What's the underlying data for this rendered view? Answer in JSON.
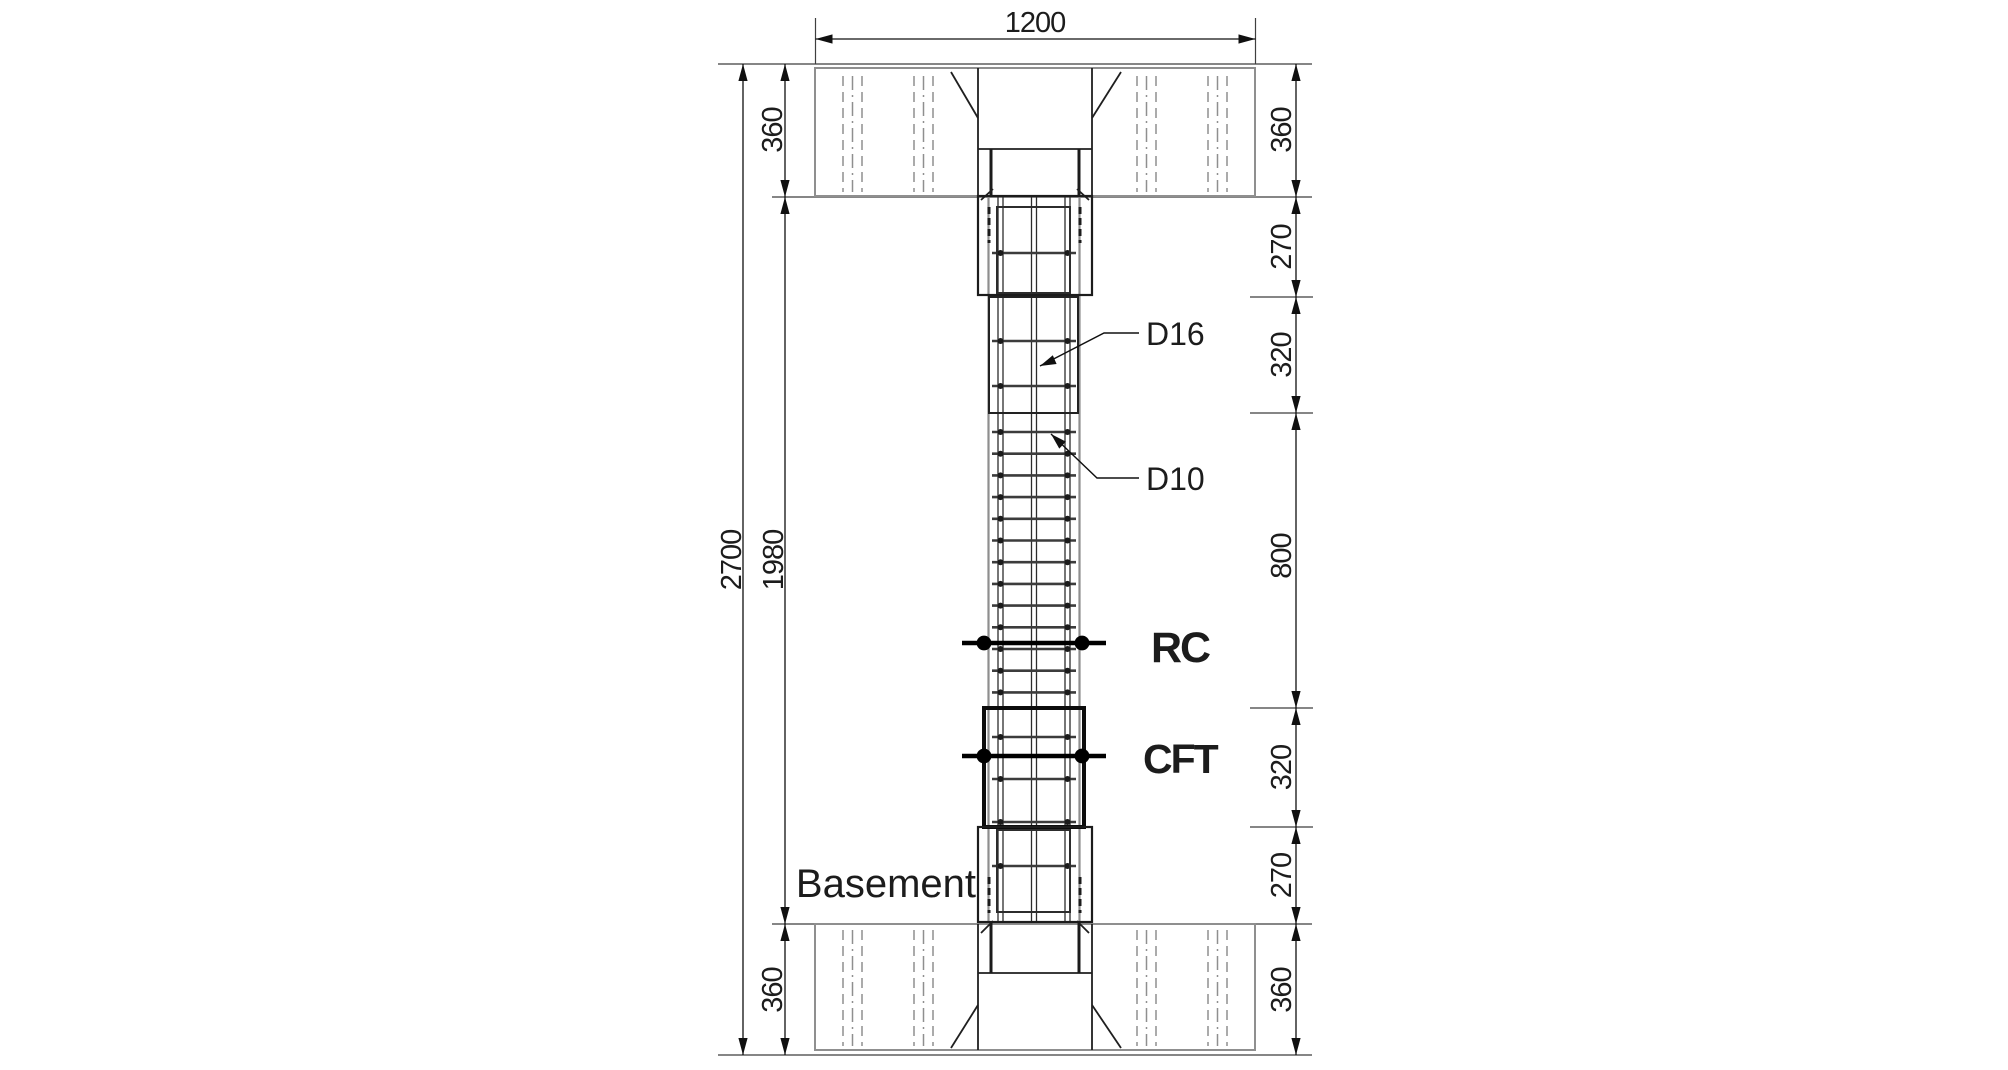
{
  "dimensions": {
    "top_width": "1200",
    "overall_height": "2700",
    "column_clear_height": "1980",
    "left_footing_top": "360",
    "left_footing_bottom": "360",
    "right_chain": [
      "360",
      "270",
      "320",
      "800",
      "320",
      "270",
      "360"
    ]
  },
  "annotations": {
    "longitudinal_bar": "D16",
    "hoop_bar": "D10",
    "rc_label": {
      "text": "RC",
      "color": "#187bd1"
    },
    "cft_label": {
      "text": "CFT",
      "color": "#fa100d"
    },
    "basement": "Basement"
  },
  "colors": {
    "ink": "#101010",
    "footing_gray": "#8f8f8f",
    "background": "#ffffff"
  }
}
